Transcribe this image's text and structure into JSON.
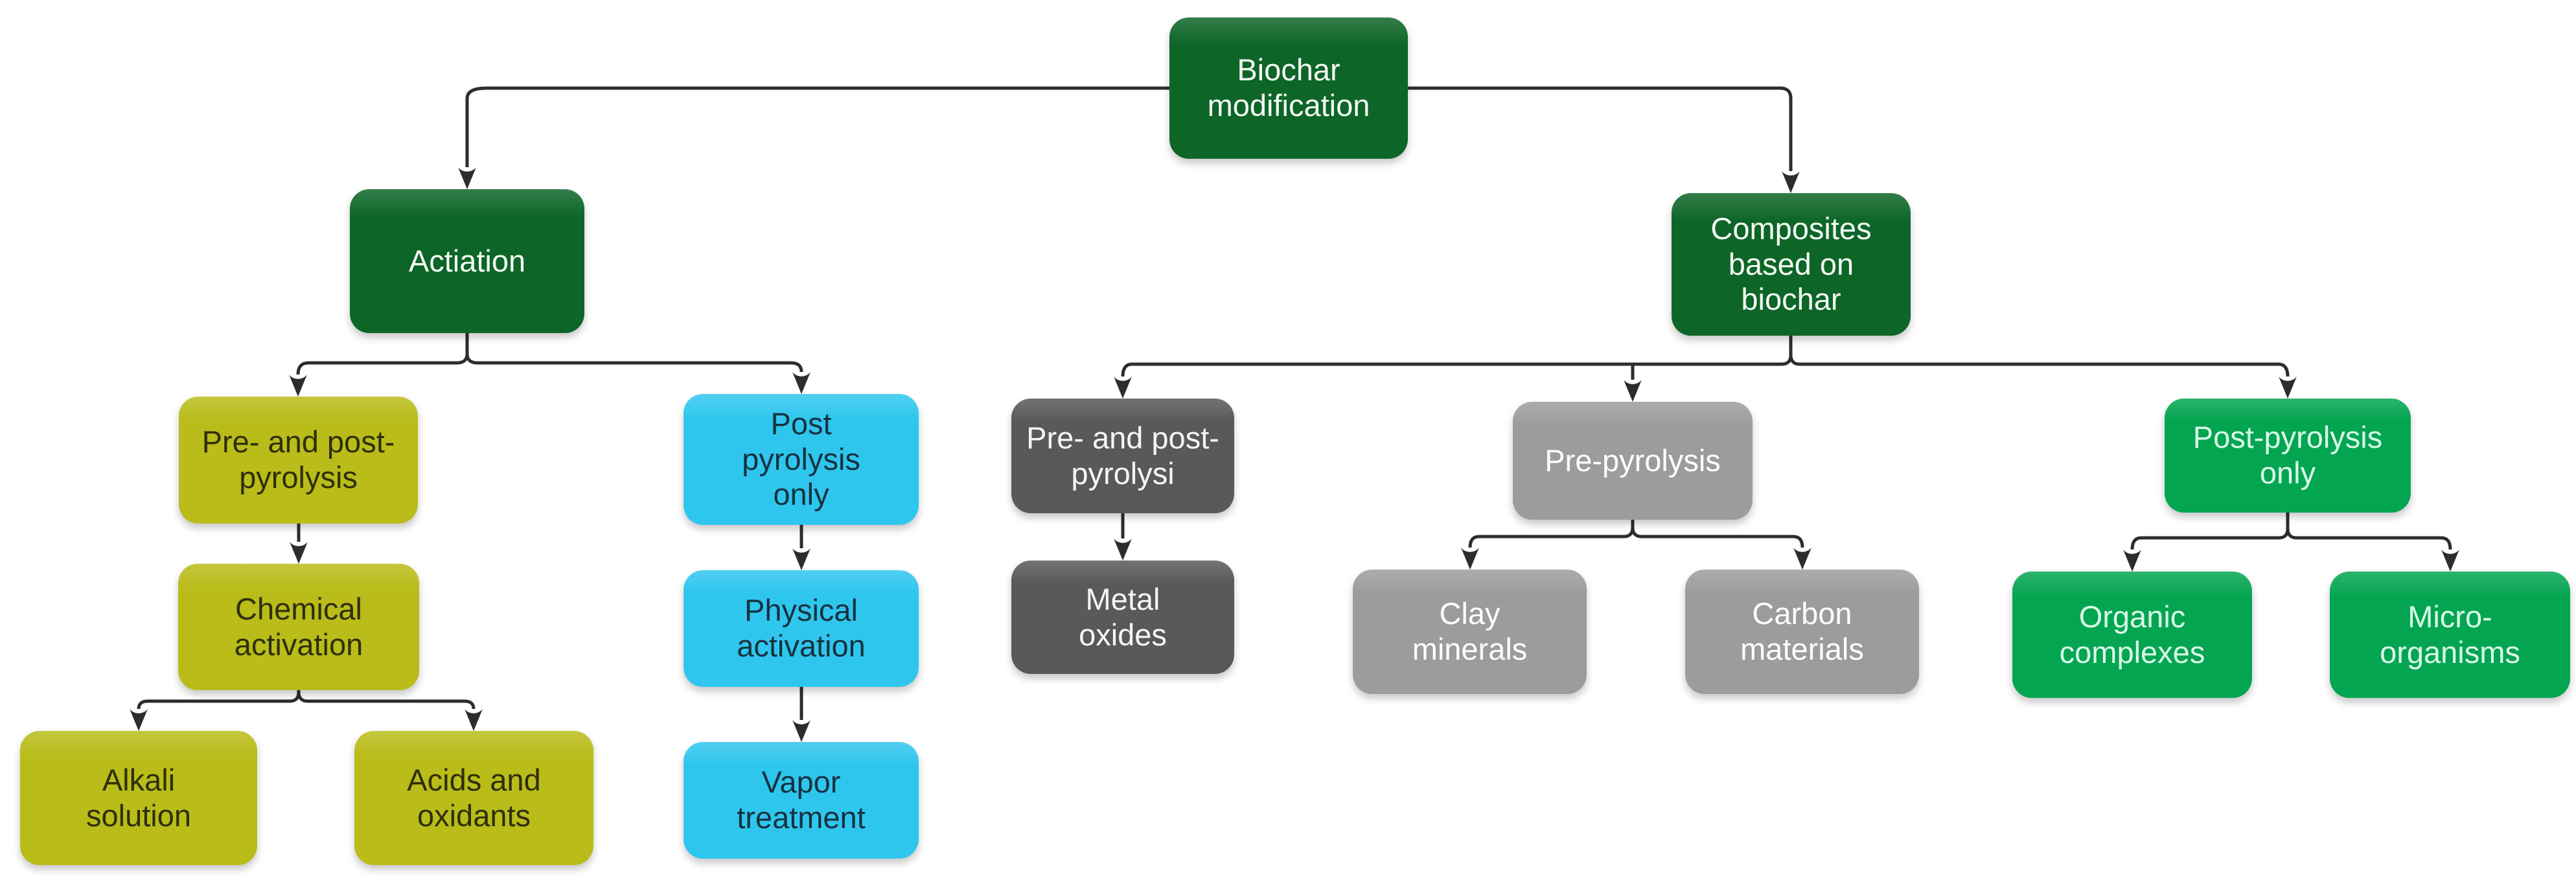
{
  "diagram": {
    "title": "Biochar modification flowchart",
    "background": "#ffffff",
    "arrow_color": "#2d2d2d",
    "palette": {
      "dark_green": "#0d6527",
      "olive": "#b9bc19",
      "cyan": "#2fc6ee",
      "dark_gray": "#5a5957",
      "gray": "#9c9c9b",
      "green": "#04a551"
    }
  },
  "nodes": {
    "biochar_modification": {
      "label": "Biochar\nmodification",
      "group": "dark_green"
    },
    "actiation": {
      "label": "Actiation",
      "group": "dark_green"
    },
    "composites": {
      "label": "Composites\nbased on\nbiochar",
      "group": "dark_green"
    },
    "pre_and_post_pyrolysis": {
      "label": "Pre- and post-\npyrolysis",
      "group": "olive"
    },
    "chemical_activation": {
      "label": "Chemical\nactivation",
      "group": "olive"
    },
    "alkali_solution": {
      "label": "Alkali\nsolution",
      "group": "olive"
    },
    "acids_and_oxidants": {
      "label": "Acids and\noxidants",
      "group": "olive"
    },
    "post_pyrolysis_only": {
      "label": "Post\npyrolysis\nonly",
      "group": "cyan"
    },
    "physical_activation": {
      "label": "Physical\nactivation",
      "group": "cyan"
    },
    "vapor_treatment": {
      "label": "Vapor\ntreatment",
      "group": "cyan"
    },
    "pre_and_post_pyrolysi": {
      "label": "Pre- and post-\npyrolysi",
      "group": "dark_gray"
    },
    "metal_oxides": {
      "label": "Metal\noxides",
      "group": "dark_gray"
    },
    "pre_pyrolysis": {
      "label": "Pre-pyrolysis",
      "group": "gray"
    },
    "clay_minerals": {
      "label": "Clay\nminerals",
      "group": "gray"
    },
    "carbon_materials": {
      "label": "Carbon\nmaterials",
      "group": "gray"
    },
    "post_pyrolysis_only_green": {
      "label": "Post-pyrolysis\nonly",
      "group": "green"
    },
    "organic_complexes": {
      "label": "Organic\ncomplexes",
      "group": "green"
    },
    "micro_organisms": {
      "label": "Micro-\norganisms",
      "group": "green"
    }
  },
  "edges": [
    {
      "from": "biochar_modification",
      "to": "actiation"
    },
    {
      "from": "biochar_modification",
      "to": "composites"
    },
    {
      "from": "actiation",
      "to": "pre_and_post_pyrolysis"
    },
    {
      "from": "actiation",
      "to": "post_pyrolysis_only"
    },
    {
      "from": "pre_and_post_pyrolysis",
      "to": "chemical_activation"
    },
    {
      "from": "chemical_activation",
      "to": "alkali_solution"
    },
    {
      "from": "chemical_activation",
      "to": "acids_and_oxidants"
    },
    {
      "from": "post_pyrolysis_only",
      "to": "physical_activation"
    },
    {
      "from": "physical_activation",
      "to": "vapor_treatment"
    },
    {
      "from": "composites",
      "to": "pre_and_post_pyrolysi"
    },
    {
      "from": "composites",
      "to": "pre_pyrolysis"
    },
    {
      "from": "composites",
      "to": "post_pyrolysis_only_green"
    },
    {
      "from": "pre_and_post_pyrolysi",
      "to": "metal_oxides"
    },
    {
      "from": "pre_pyrolysis",
      "to": "clay_minerals"
    },
    {
      "from": "pre_pyrolysis",
      "to": "carbon_materials"
    },
    {
      "from": "post_pyrolysis_only_green",
      "to": "organic_complexes"
    },
    {
      "from": "post_pyrolysis_only_green",
      "to": "micro_organisms"
    }
  ]
}
